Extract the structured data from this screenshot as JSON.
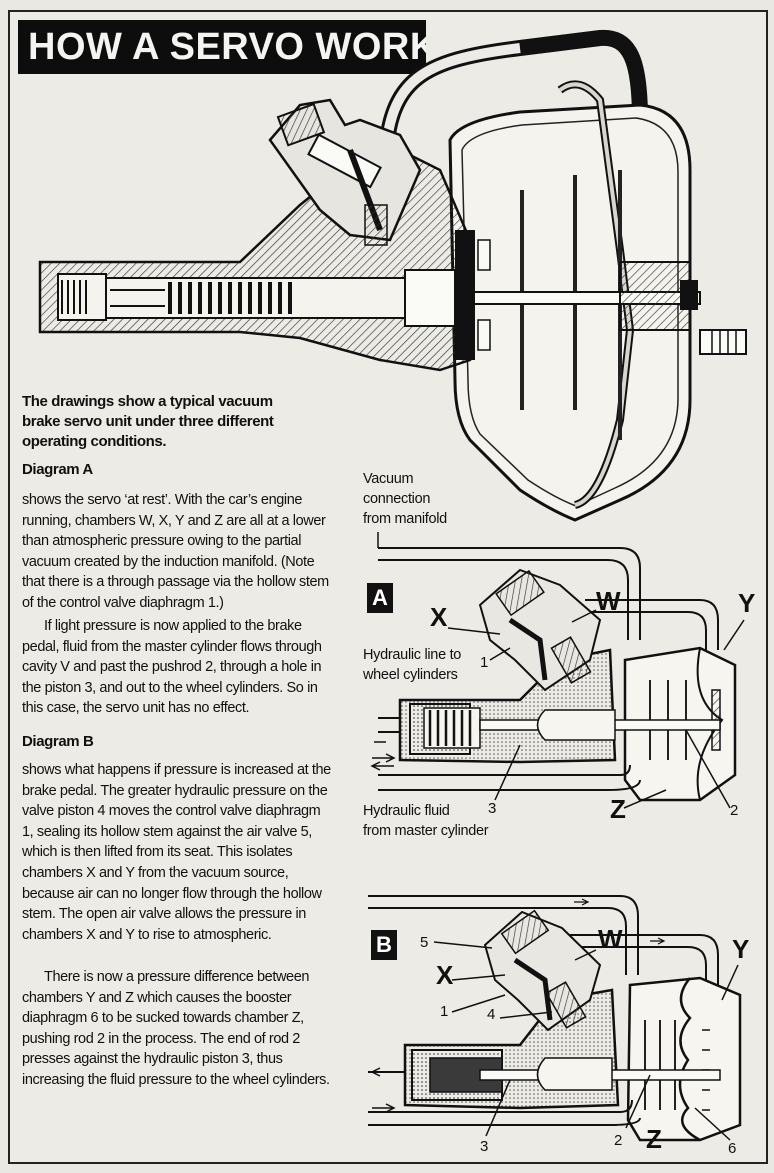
{
  "title": "HOW A SERVO WORKS",
  "intro": "The drawings show a typical vacuum brake servo unit under three different operating conditions.",
  "diagram_a": {
    "heading": "Diagram A",
    "para1": "shows the servo ‘at rest’. With the car’s engine running, chambers W, X, Y and Z are all at a lower than atmospheric pressure owing to the partial vacuum created by the induction manifold. (Note that there is a through passage via the hollow stem of the control valve diaphragm 1.)",
    "para2": "If light pressure is now applied to the brake pedal, fluid from the master cylinder flows through cavity V and past the pushrod 2, through a hole in the piston 3, and out to the wheel cylinders. So in this case, the servo unit has no effect."
  },
  "diagram_b": {
    "heading": "Diagram B",
    "para1": "shows what happens if pressure is increased at the brake pedal. The greater hydraulic pressure on the valve piston 4 moves the control valve diaphragm 1, sealing its hollow stem against the air valve 5, which is then lifted from its seat. This isolates chambers X and Y from the vacuum source, because air can no longer flow through the hollow stem. The open air valve allows the pressure in chambers X and Y to rise to atmospheric.",
    "para2": "There is now a pressure difference between chambers Y and Z which causes the booster diaphragm 6 to be sucked towards chamber Z, pushing rod 2 in the process. The end of rod 2 presses against the hydraulic piston 3, thus increasing the fluid pressure to the wheel cylinders."
  },
  "labels_a": {
    "badge": "A",
    "vacuum": "Vacuum connection from manifold",
    "vac1": "Vacuum",
    "vac2": "connection",
    "vac3": "from manifold",
    "hyd1": "Hydraulic line to",
    "hyd2": "wheel cylinders",
    "fluid1": "Hydraulic fluid",
    "fluid2": "from master cylinder",
    "X": "X",
    "W": "W",
    "Y": "Y",
    "Z": "Z",
    "n1": "1",
    "n2": "2",
    "n3": "3"
  },
  "labels_b": {
    "badge": "B",
    "X": "X",
    "W": "W",
    "Y": "Y",
    "Z": "Z",
    "n1": "1",
    "n2": "2",
    "n3": "3",
    "n4": "4",
    "n5": "5",
    "n6": "6"
  }
}
